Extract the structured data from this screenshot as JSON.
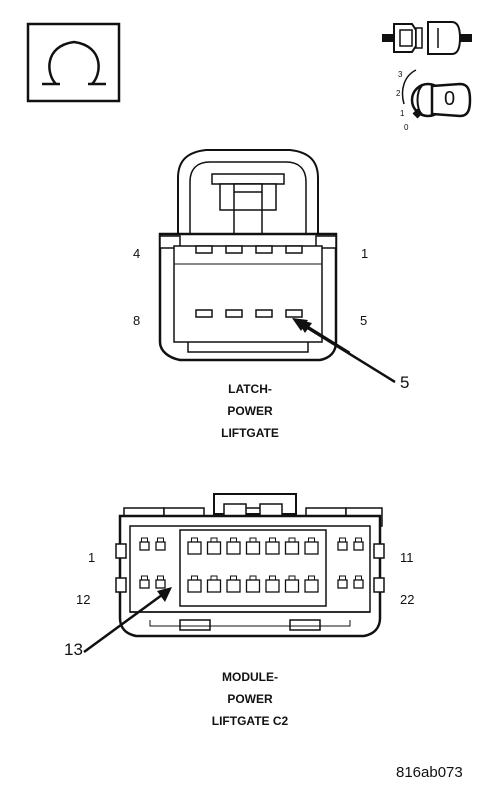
{
  "icons": {
    "ohmmeter": "ohm-symbol-icon",
    "connector_disconnect": "connector-disconnect-icon",
    "ignition_key": "ignition-key-off-icon"
  },
  "ignition": {
    "positions": [
      "3",
      "2",
      "1",
      "0"
    ],
    "key_label": "0"
  },
  "connector_top": {
    "title_lines": [
      "LATCH-",
      "POWER",
      "LIFTGATE"
    ],
    "pin_labels": {
      "top_left": "4",
      "top_right": "1",
      "bottom_left": "8",
      "bottom_right": "5"
    },
    "callout": "5"
  },
  "connector_bottom": {
    "title_lines": [
      "MODULE-",
      "POWER",
      "LIFTGATE C2"
    ],
    "pin_labels": {
      "top_left": "1",
      "top_right": "11",
      "bottom_left": "12",
      "bottom_right": "22"
    },
    "callout": "13"
  },
  "figure_id": "816ab073"
}
